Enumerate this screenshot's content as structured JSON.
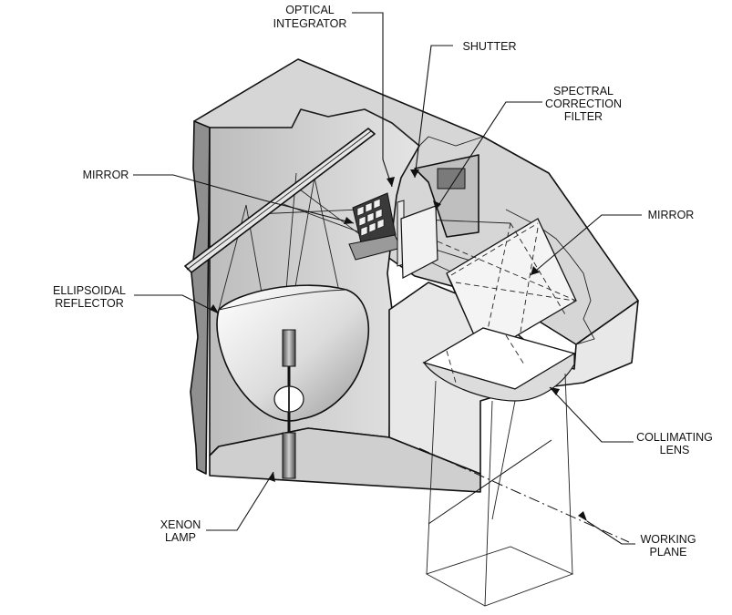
{
  "labels": {
    "optical_integrator": [
      "OPTICAL",
      "INTEGRATOR"
    ],
    "shutter": "SHUTTER",
    "spectral_correction_filter": [
      "SPECTRAL",
      "CORRECTION",
      "FILTER"
    ],
    "mirror_left": "MIRROR",
    "mirror_right": "MIRROR",
    "ellipsoidal_reflector": [
      "ELLIPSOIDAL",
      "REFLECTOR"
    ],
    "collimating_lens": [
      "COLLIMATING",
      "LENS"
    ],
    "xenon_lamp": [
      "XENON",
      "LAMP"
    ],
    "working_plane": [
      "WORKING",
      "PLANE"
    ]
  }
}
